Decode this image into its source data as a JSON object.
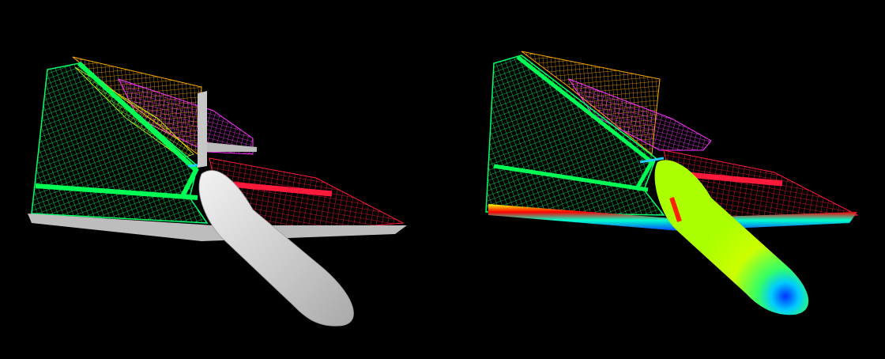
{
  "scene": {
    "background": "#000000",
    "panels": [
      {
        "id": "left",
        "description_name": "aircraft-mesh-gray-surface",
        "colors": {
          "mesh_green": "#00ff66",
          "mesh_red": "#ff1a3c",
          "mesh_magenta": "#ff33ff",
          "mesh_orange": "#ffaa00",
          "mesh_yellow": "#d8ff00",
          "body_gray": "#cfcfcf"
        }
      },
      {
        "id": "right",
        "description_name": "aircraft-mesh-pressure-contours",
        "colors": {
          "mesh_green": "#00ff66",
          "mesh_red": "#ff1a3c",
          "mesh_magenta": "#ff33ff",
          "mesh_orange": "#ffaa00",
          "contour_high": "#ff0000",
          "contour_mid": "#ccff00",
          "contour_low": "#0044ff"
        }
      }
    ]
  }
}
